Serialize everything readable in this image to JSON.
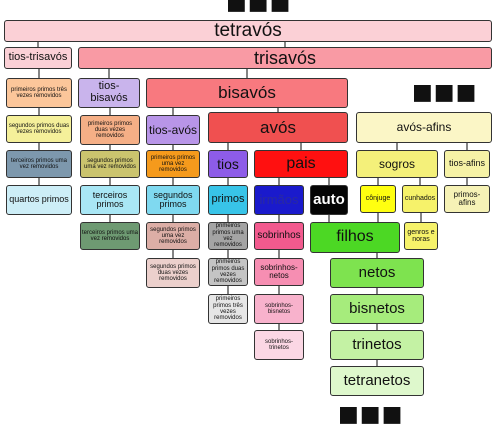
{
  "nodes": {
    "tetravos": {
      "label": "tetravós",
      "color": "#fbd0d6"
    },
    "tios_trisavos": {
      "label": "tios-trisavós",
      "color": "#fbd0d6"
    },
    "trisavos": {
      "label": "trisavós",
      "color": "#f99aa4"
    },
    "primeiros_primos_tres_vezes_removidos_left": {
      "label": "primeiros primos três vezes removidos",
      "color": "#fcc69a"
    },
    "tios_bisavos": {
      "label": "tios-bisavós",
      "color": "#c9b4ec"
    },
    "bisavos": {
      "label": "bisavós",
      "color": "#f8797f"
    },
    "segundos_primos_duas_vezes_removidos_left": {
      "label": "segundos primos duas vezes removidos",
      "color": "#f5f09a"
    },
    "primeiros_primos_duas_vezes_removidos_left": {
      "label": "primeiros primos duas vezes removidos",
      "color": "#f5af86"
    },
    "tios_avos": {
      "label": "tios-avós",
      "color": "#b895e8"
    },
    "avos": {
      "label": "avós",
      "color": "#f05050"
    },
    "avos_afins": {
      "label": "avós-afins",
      "color": "#fbf6c6"
    },
    "terceiros_primos_uma_vez_removidos_left": {
      "label": "terceiros primos uma vez removidos",
      "color": "#7d98ad"
    },
    "segundos_primos_uma_vez_removidos_left": {
      "label": "segundos primos uma vez removidos",
      "color": "#cbc46e"
    },
    "primeiros_primos_uma_vez_removidos_left": {
      "label": "primeiros primos uma vez removidos",
      "color": "#f59a1c"
    },
    "tios": {
      "label": "tios",
      "color": "#8d5ce8"
    },
    "pais": {
      "label": "pais",
      "color": "#ff1010"
    },
    "sogros": {
      "label": "sogros",
      "color": "#f4f07a"
    },
    "tios_afins": {
      "label": "tios-afins",
      "color": "#f6f2a6"
    },
    "quartos_primos": {
      "label": "quartos primos",
      "color": "#cdeef7"
    },
    "terceiros_primos": {
      "label": "terceiros primos",
      "color": "#a9e7f5"
    },
    "segundos_primos": {
      "label": "segundos primos",
      "color": "#7fd9f0"
    },
    "primos": {
      "label": "primos",
      "color": "#38c4e8"
    },
    "irmaos": {
      "label": "irmãos",
      "color": "#1a1acc"
    },
    "auto": {
      "label": "auto",
      "color": "#050505"
    },
    "conjuge": {
      "label": "cônjuge",
      "color": "#ffff10"
    },
    "cunhados": {
      "label": "cunhados",
      "color": "#f6f26a"
    },
    "primos_afins": {
      "label": "primos-afins",
      "color": "#f6f2b6"
    },
    "terceiros_primos_uma_vez_removidos_right": {
      "label": "terceiros primos uma vez removidos",
      "color": "#6e9a72"
    },
    "segundos_primos_uma_vez_removidos_right": {
      "label": "segundos primos uma vez removidos",
      "color": "#dcaea6"
    },
    "primeiros_primos_uma_vez_removidos_right": {
      "label": "primeiros primos uma vez removidos",
      "color": "#a4a4a4"
    },
    "sobrinhos": {
      "label": "sobrinhos",
      "color": "#f25a8e"
    },
    "filhos": {
      "label": "filhos",
      "color": "#4cd824"
    },
    "genros_e_noras": {
      "label": "genros e noras",
      "color": "#f6f26a"
    },
    "segundos_primos_duas_vezes_removidos_right": {
      "label": "segundos primos duas vezes removidos",
      "color": "#ecd0cc"
    },
    "primeiros_primos_duas_vezes_removidos_right": {
      "label": "primeiros primos duas vezes removidos",
      "color": "#c4c4c4"
    },
    "sobrinhos_netos": {
      "label": "sobrinhos-netos",
      "color": "#f68eb2"
    },
    "netos": {
      "label": "netos",
      "color": "#7ee34f"
    },
    "primeiros_primos_tres_vezes_removidos_right": {
      "label": "primeiros primos três vezes removidos",
      "color": "#e6e6e6"
    },
    "sobrinhos_bisnetos": {
      "label": "sobrinhos-bisnetos",
      "color": "#f8b2cc"
    },
    "bisnetos": {
      "label": "bisnetos",
      "color": "#a6ec7c"
    },
    "sobrinhos_trinetos": {
      "label": "sobrinhos-trinetos",
      "color": "#fbd7e4"
    },
    "trinetos": {
      "label": "trinetos",
      "color": "#c4f2a4"
    },
    "tetranetos": {
      "label": "tetranetos",
      "color": "#def8cc"
    }
  },
  "ellipsis": {
    "top": "■■■",
    "right": "■■■",
    "bottom": "■■■"
  }
}
